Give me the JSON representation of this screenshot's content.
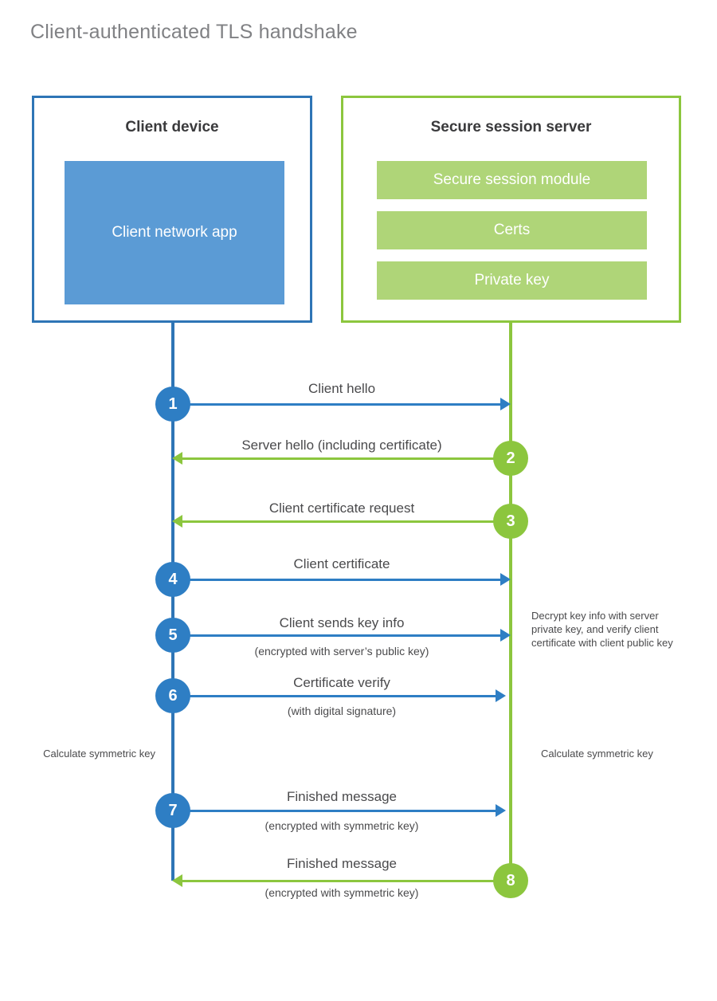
{
  "diagram": {
    "title": "Client-authenticated TLS handshake",
    "colors": {
      "client_accent": "#2E75B6",
      "client_circle": "#2E7EC4",
      "client_fill": "#5B9BD5",
      "server_accent": "#8CC63E",
      "server_fill": "#AFD578",
      "title_text": "#808184",
      "body_text": "#4A4A4C",
      "background": "#FFFFFF"
    },
    "actors": {
      "client": {
        "title": "Client device",
        "blocks": [
          {
            "label": "Client network app"
          }
        ]
      },
      "server": {
        "title": "Secure session server",
        "blocks": [
          {
            "label": "Secure session module"
          },
          {
            "label": "Certs"
          },
          {
            "label": "Private key"
          }
        ]
      }
    },
    "steps": [
      {
        "number": "1",
        "label": "Client hello",
        "sublabel": "",
        "direction": "client-to-server",
        "origin": "client"
      },
      {
        "number": "2",
        "label": "Server hello (including certificate)",
        "sublabel": "",
        "direction": "server-to-client",
        "origin": "server"
      },
      {
        "number": "3",
        "label": "Client certificate request",
        "sublabel": "",
        "direction": "server-to-client",
        "origin": "server"
      },
      {
        "number": "4",
        "label": "Client certificate",
        "sublabel": "",
        "direction": "client-to-server",
        "origin": "client"
      },
      {
        "number": "5",
        "label": "Client sends key info",
        "sublabel": "(encrypted with server’s public key)",
        "direction": "client-to-server",
        "origin": "client"
      },
      {
        "number": "6",
        "label": "Certificate verify",
        "sublabel": "(with digital signature)",
        "direction": "client-to-server",
        "origin": "client"
      },
      {
        "number": "7",
        "label": "Finished message",
        "sublabel": "(encrypted with symmetric key)",
        "direction": "client-to-server",
        "origin": "client"
      },
      {
        "number": "8",
        "label": "Finished message",
        "sublabel": "(encrypted with symmetric key)",
        "direction": "server-to-client",
        "origin": "server"
      }
    ],
    "notes": {
      "server_decrypt": "Decrypt key info with server private key, and verify client certificate with client public key",
      "client_calculate": "Calculate symmetric key",
      "server_calculate": "Calculate symmetric key"
    }
  }
}
